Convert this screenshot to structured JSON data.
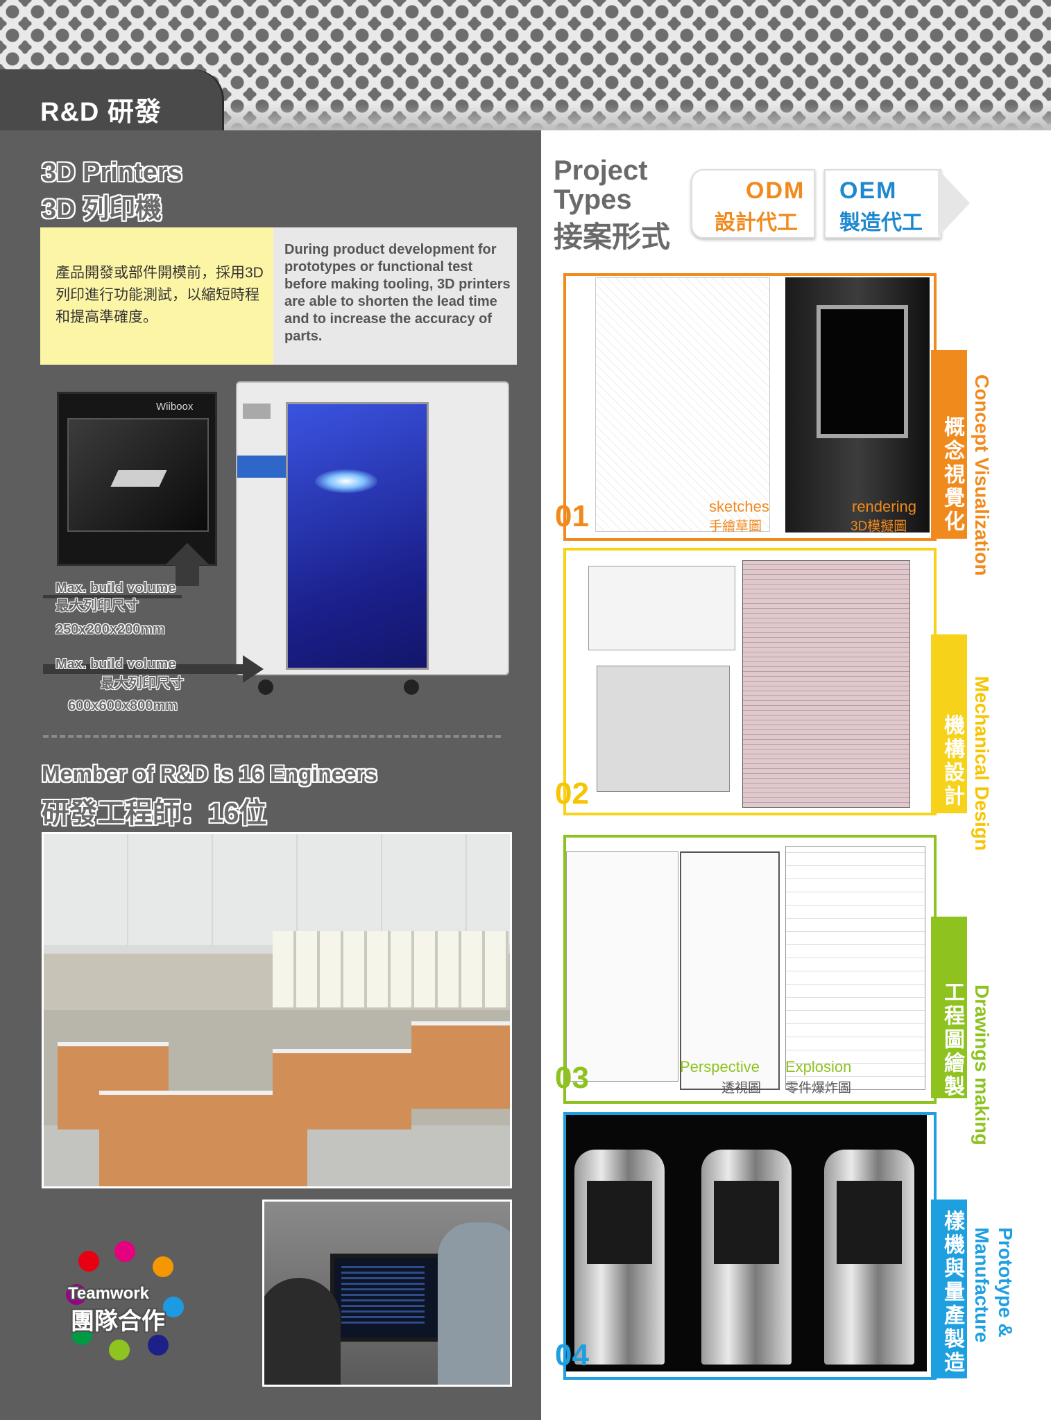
{
  "header": {
    "title": "R&D 研發"
  },
  "printers": {
    "title_en": "3D Printers",
    "title_zh": "3D 列印機",
    "desc_zh": "產品開發或部件開模前，採用3D列印進行功能測試，以縮短時程和提高準確度。",
    "desc_en": "During product development for prototypes or functional test before making tooling, 3D printers are able to shorten the lead time and to increase the accuracy of parts.",
    "small_brand": "Wiiboox",
    "small": {
      "label_en": "Max. build volume",
      "label_zh": "最大列印尺寸",
      "size": "250x200x200mm"
    },
    "large": {
      "label_en": "Max. build volume",
      "label_zh": "最大列印尺寸",
      "size": "600x600x800mm"
    }
  },
  "team": {
    "member_en": "Member of R&D is 16 Engineers",
    "member_zh": "研發工程師：16位",
    "logo_en": "Teamwork",
    "logo_zh": "團隊合作"
  },
  "project_types": {
    "title_en_1": "Project",
    "title_en_2": "Types",
    "title_zh": "接案形式",
    "odm_en": "ODM",
    "odm_zh": "設計代工",
    "oem_en": "OEM",
    "oem_zh": "製造代工"
  },
  "steps": [
    {
      "num": "01",
      "en": "Concept Visualization",
      "zh": "概念視覺化",
      "cap1_en": "sketches",
      "cap1_zh": "手繪草圖",
      "cap2_en": "rendering",
      "cap2_zh": "3D模擬圖"
    },
    {
      "num": "02",
      "en": "Mechanical Design",
      "zh": "機構設計"
    },
    {
      "num": "03",
      "en": "Drawings making",
      "zh": "工程圖繪製",
      "cap1_en": "Perspective",
      "cap1_zh": "透視圖",
      "cap2_en": "Explosion",
      "cap2_zh": "零件爆炸圖"
    },
    {
      "num": "04",
      "en": "Prototype & Manufacture",
      "zh": "樣機與量產製造"
    }
  ],
  "colors": {
    "step1": "#f08a1d",
    "step2": "#f6d21b",
    "step3": "#8dc21f",
    "step4": "#1e9fe0",
    "panel": "#5f5e5e"
  }
}
